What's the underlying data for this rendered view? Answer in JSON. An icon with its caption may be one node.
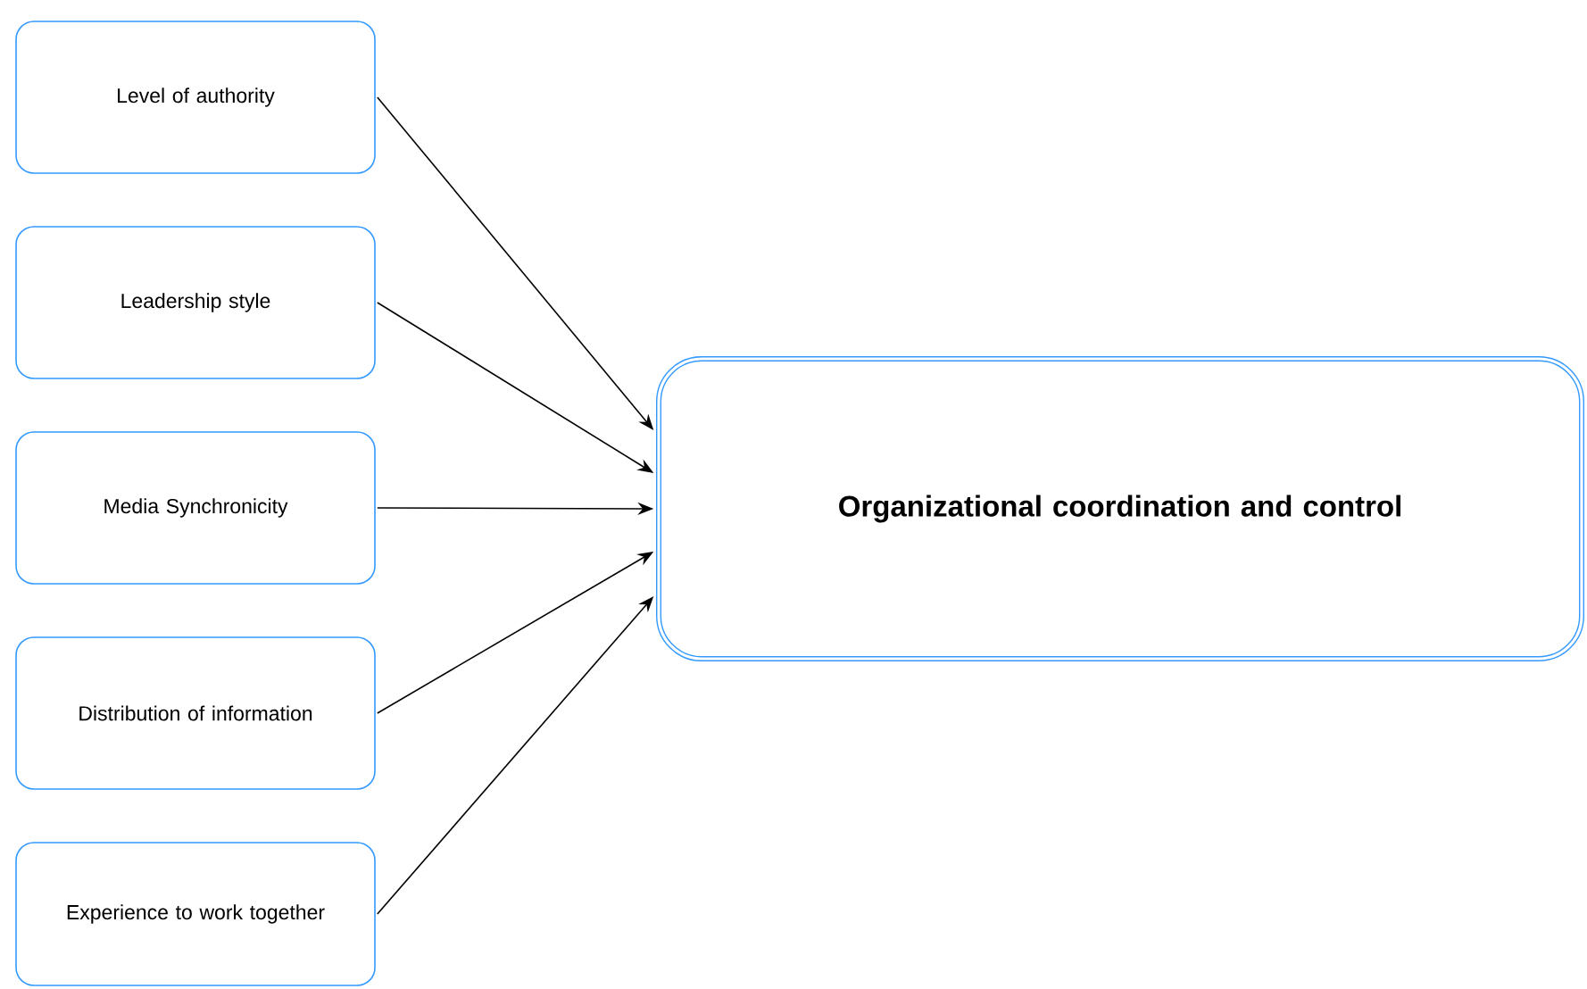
{
  "diagram": {
    "nodes": [
      {
        "text": [
          "Level of authority"
        ]
      },
      {
        "text": [
          "Leadership style"
        ]
      },
      {
        "text": [
          "Media Synchronicity"
        ]
      },
      {
        "text": [
          "Distribution of information"
        ]
      },
      {
        "text": [
          "Experience to work together"
        ]
      },
      {
        "text": [
          "Organizational coordination and control"
        ]
      }
    ],
    "edges": [
      {
        "from": 0,
        "to": 5,
        "arrow": "to"
      },
      {
        "from": 1,
        "to": 5,
        "arrow": "to"
      },
      {
        "from": 2,
        "to": 5,
        "arrow": "to"
      },
      {
        "from": 3,
        "to": 5,
        "arrow": "to"
      },
      {
        "from": 4,
        "to": 5,
        "arrow": "to"
      }
    ]
  }
}
